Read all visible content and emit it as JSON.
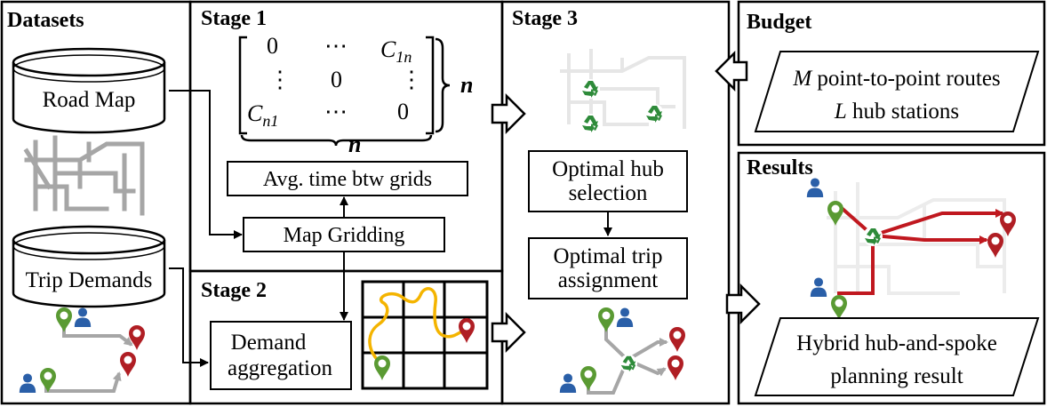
{
  "sections": {
    "datasets": "Datasets",
    "stage1": "Stage 1",
    "stage2": "Stage 2",
    "stage3": "Stage 3",
    "budget": "Budget",
    "results": "Results"
  },
  "datasets": {
    "road_map": "Road Map",
    "trip_demands": "Trip Demands"
  },
  "stage1": {
    "matrix": {
      "r1": [
        "0",
        "⋯",
        "C",
        "1n"
      ],
      "r2": [
        "⋮",
        "0",
        "⋮"
      ],
      "r3": [
        "C",
        "n1",
        "⋯",
        "0"
      ],
      "dim_right": "n",
      "dim_bottom": "n"
    },
    "avg_time": "Avg. time btw grids",
    "map_gridding": "Map Gridding"
  },
  "stage2": {
    "demand_line1": "Demand",
    "demand_line2": "aggregation"
  },
  "stage3": {
    "hub_line1": "Optimal hub",
    "hub_line2": "selection",
    "trip_line1": "Optimal trip",
    "trip_line2": "assignment"
  },
  "budget": {
    "line1_var": "M",
    "line1_text": " point-to-point routes",
    "line2_var": "L",
    "line2_text": " hub stations"
  },
  "results": {
    "line1": "Hybrid hub-and-spoke",
    "line2": "planning result"
  },
  "colors": {
    "route_red": "#c0181f",
    "grey_road": "#a6a6a6",
    "light_road": "#e6e6e6",
    "pin_green": "#5a9a33",
    "pin_red": "#b01e24",
    "person_blue": "#2a5fa8",
    "hub_green": "#2e8b3a",
    "path_orange": "#f4b400"
  }
}
